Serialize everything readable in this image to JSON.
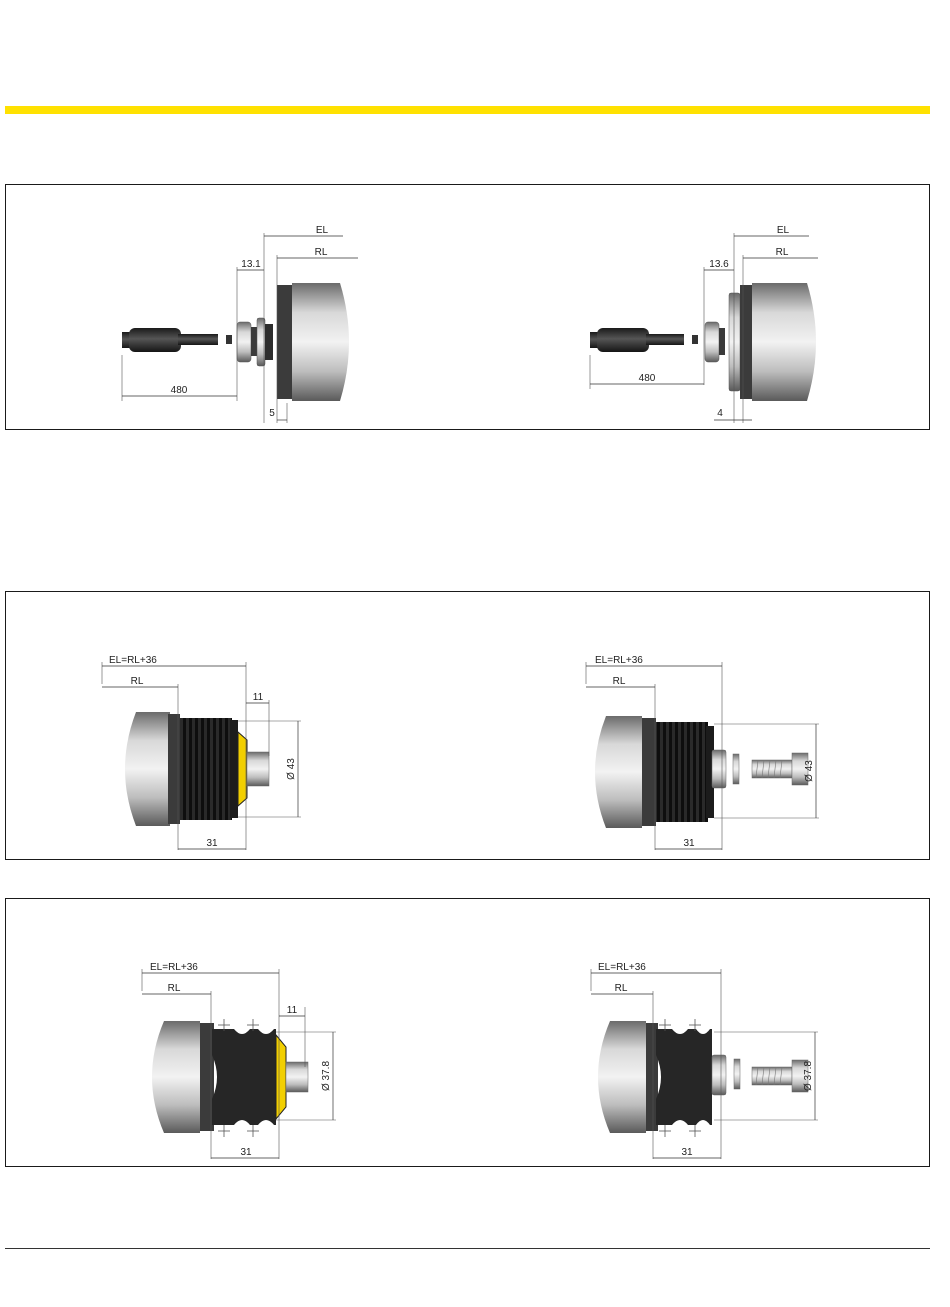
{
  "colors": {
    "accent_yellow": "#ffe100",
    "rubber": "#2a2a2a",
    "steel": "#b8b8b8",
    "bumper_yellow": "#f2cf00"
  },
  "panel1": {
    "left": {
      "EL": "EL",
      "RL": "RL",
      "d_nut": "13.1",
      "d_cable": "480",
      "d_gap": "5"
    },
    "right": {
      "EL": "EL",
      "RL": "RL",
      "d_nut": "13.6",
      "d_cable": "480",
      "d_gap": "4"
    }
  },
  "panel2": {
    "left": {
      "EL": "EL=RL+36",
      "RL": "RL",
      "d_tip": "11",
      "d_body": "31",
      "d_dia": "Ø 43"
    },
    "right": {
      "EL": "EL=RL+36",
      "RL": "RL",
      "d_body": "31",
      "d_dia": "Ø 43"
    }
  },
  "panel3": {
    "left": {
      "EL": "EL=RL+36",
      "RL": "RL",
      "d_tip": "11",
      "d_body": "31",
      "d_dia": "Ø 37.8"
    },
    "right": {
      "EL": "EL=RL+36",
      "RL": "RL",
      "d_body": "31",
      "d_dia": "Ø 37.8"
    }
  }
}
